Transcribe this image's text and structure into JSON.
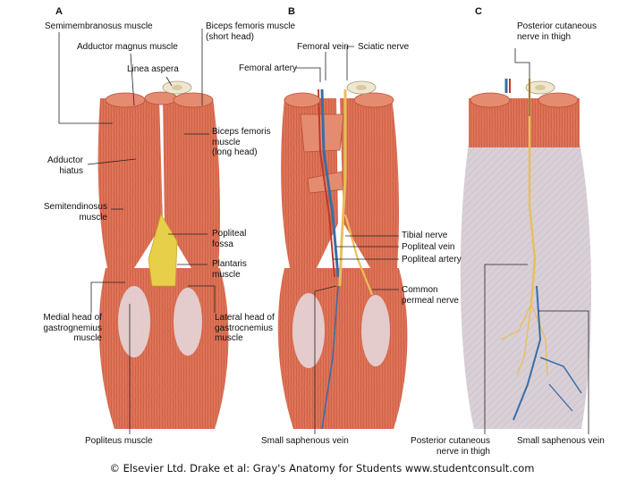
{
  "panels": {
    "a": {
      "letter": "A"
    },
    "b": {
      "letter": "B"
    },
    "c": {
      "letter": "C"
    }
  },
  "labels": {
    "semimembranosus": "Semimembranosus muscle",
    "adductor_magnus": "Adductor magnus muscle",
    "biceps_short": "Biceps femoris muscle\n(short head)",
    "linea_aspera": "Linea aspera",
    "adductor_hiatus": "Adductor\nhiatus",
    "biceps_long": "Biceps femoris\nmuscle\n(long head)",
    "semitendinosus": "Semitendinosus\nmuscle",
    "popliteal_fossa": "Popliteal\nfossa",
    "plantaris": "Plantaris\nmuscle",
    "medial_gastrocnemius": "Medial head of\ngastrognemius\nmuscle",
    "lateral_gastrocnemius": "Lateral head of\ngastrocnemius\nmuscle",
    "popliteus": "Popliteus muscle",
    "femoral_vein": "Femoral vein",
    "sciatic_nerve": "Sciatic nerve",
    "femoral_artery": "Femoral artery",
    "tibial_nerve": "Tibial nerve",
    "popliteal_vein": "Popliteal vein",
    "popliteal_artery": "Popliteal artery",
    "common_peroneal": "Common\npermeal nerve",
    "small_saphenous_b": "Small saphenous vein",
    "posterior_cutaneous_top": "Posterior cutaneous\nnerve in thigh",
    "posterior_cutaneous_bottom": "Posterior cutaneous\nnerve in thigh",
    "small_saphenous_c": "Small saphenous vein"
  },
  "credit": "© Elsevier Ltd. Drake et al: Gray's Anatomy for Students www.studentconsult.com",
  "colors": {
    "muscle": "#e07a5c",
    "muscle_dark": "#c4533c",
    "tendon": "#e9dfe6",
    "fascia": "#dcd2d8",
    "fat": "#e8cf4a",
    "nerve": "#e8c05a",
    "vein": "#3a6ea5",
    "artery": "#c0392b",
    "bone": "#efe7cf"
  }
}
